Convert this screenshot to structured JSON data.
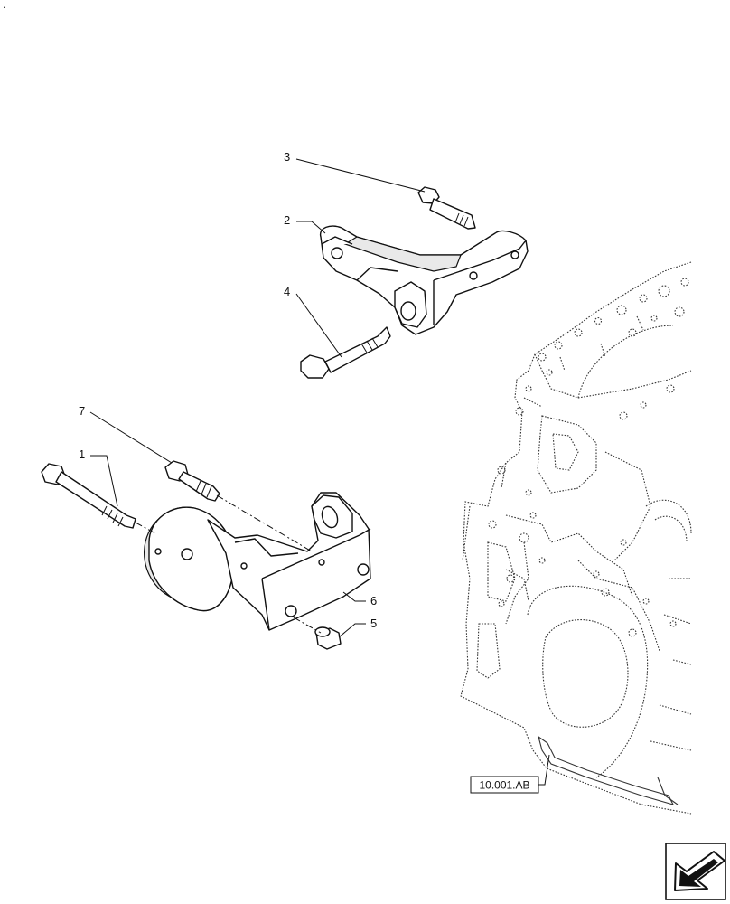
{
  "corner_mark": ".",
  "callouts": [
    {
      "id": "1",
      "label": "1"
    },
    {
      "id": "2",
      "label": "2"
    },
    {
      "id": "3",
      "label": "3"
    },
    {
      "id": "4",
      "label": "4"
    },
    {
      "id": "5",
      "label": "5"
    },
    {
      "id": "6",
      "label": "6"
    },
    {
      "id": "7",
      "label": "7"
    }
  ],
  "reference_box": {
    "label": "10.001.AB"
  },
  "nav_icon": "arrow-navigation-icon"
}
